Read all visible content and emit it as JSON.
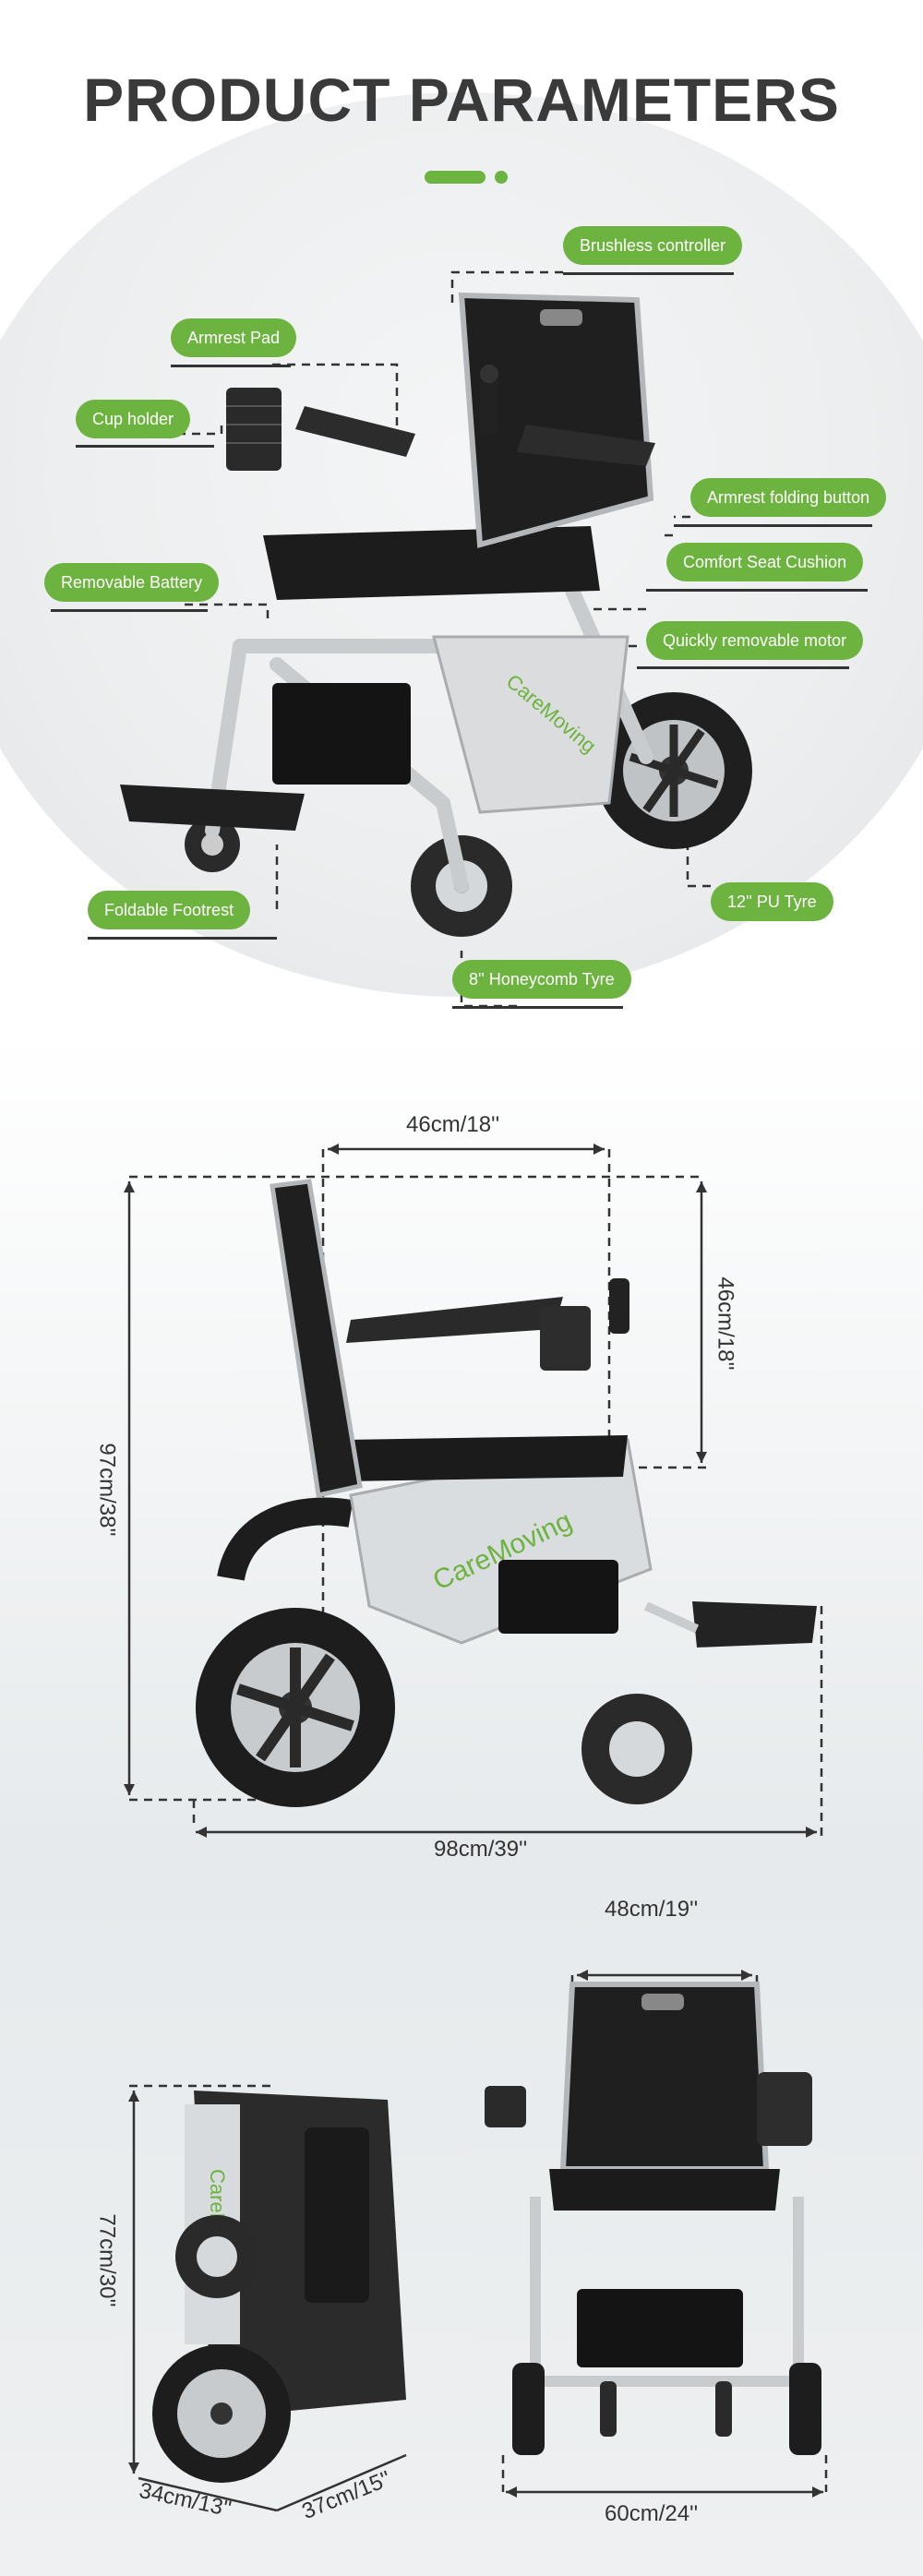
{
  "header": {
    "title": "PRODUCT PARAMETERS"
  },
  "colors": {
    "accent": "#6db33f",
    "text": "#3a3a3a",
    "circle_bg": "#e8eaec"
  },
  "features": {
    "brushless_controller": "Brushless controller",
    "armrest_pad": "Armrest Pad",
    "cup_holder": "Cup holder",
    "removable_battery": "Removable Battery",
    "armrest_folding_button": "Armrest folding button",
    "comfort_seat_cushion": "Comfort Seat Cushion",
    "removable_motor": "Quickly removable motor",
    "pu_tyre": "12'' PU Tyre",
    "foldable_footrest": "Foldable Footrest",
    "honeycomb_tyre": "8'' Honeycomb Tyre"
  },
  "side_view": {
    "brand": "CareMoving",
    "seat_depth": "46cm/18''",
    "back_height": "46cm/18''",
    "total_height": "97cm/38''",
    "total_length": "98cm/39''"
  },
  "folded_view": {
    "brand": "CareMo",
    "height": "77cm/30''",
    "length": "34cm/13''",
    "width": "37cm/15''"
  },
  "front_view": {
    "seat_width": "48cm/19''",
    "total_width": "60cm/24''"
  }
}
